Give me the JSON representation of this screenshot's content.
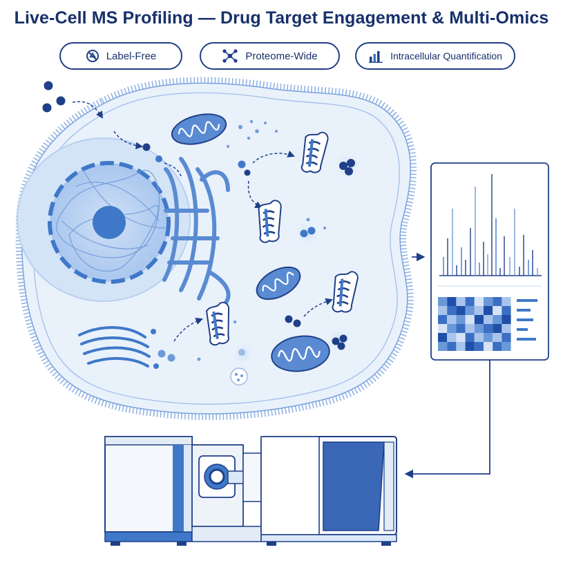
{
  "title": "Live-Cell MS Profiling — Drug Target Engagement & Multi-Omics",
  "features": [
    {
      "label": "Label-Free",
      "icon": "no-label-icon"
    },
    {
      "label": "Proteome-Wide",
      "icon": "network-icon"
    },
    {
      "label": "Intracellular Quantification",
      "icon": "bar-chart-icon"
    }
  ],
  "colors": {
    "navy": "#1f3f88",
    "blue": "#3f78c8",
    "light_blue": "#dbe8f8",
    "cytoplasm": "#e9f1fb"
  }
}
